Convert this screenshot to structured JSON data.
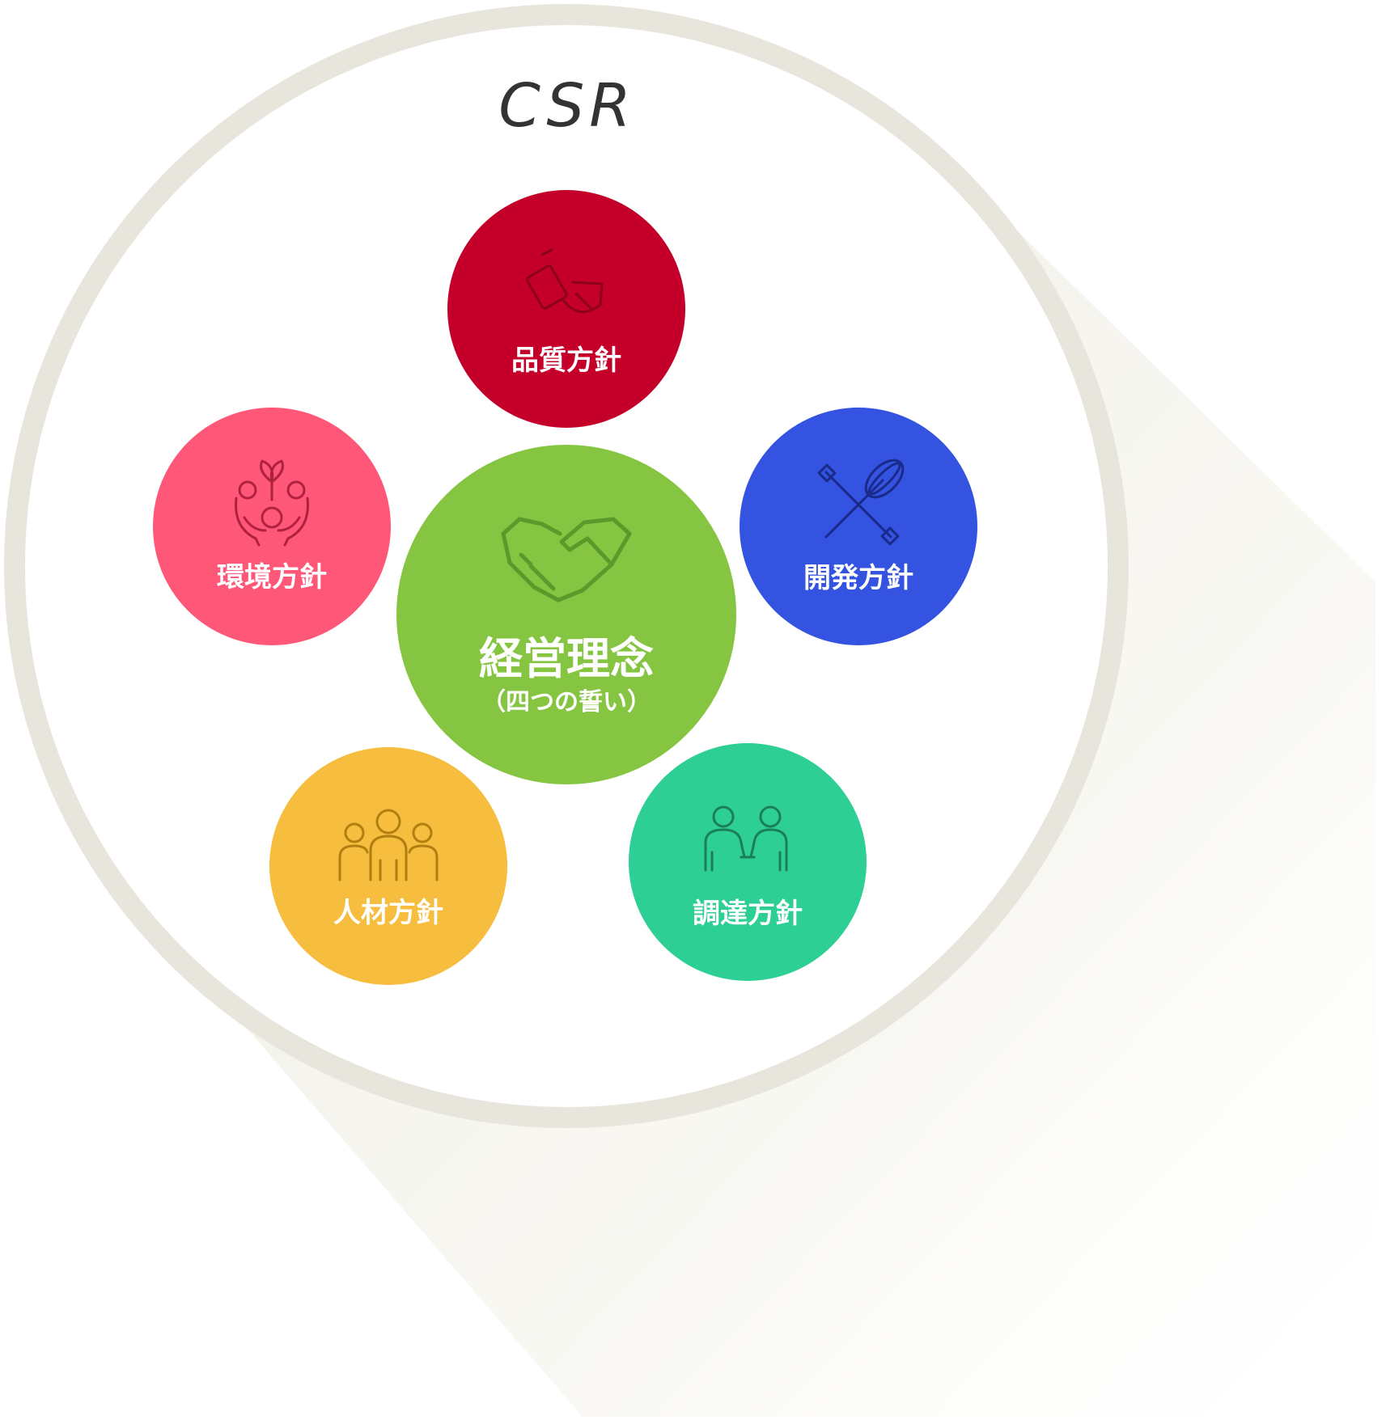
{
  "title": "CSR",
  "center": {
    "label": "経営理念",
    "sublabel": "（四つの誓い）",
    "color": "#86c541",
    "icon": "handshake-icon"
  },
  "policies": [
    {
      "label": "品質方針",
      "color": "#c4002a",
      "icon": "cooking-pot-icon"
    },
    {
      "label": "開発方針",
      "color": "#3353e0",
      "icon": "rolling-pin-whisk-icon"
    },
    {
      "label": "調達方針",
      "color": "#2ecf94",
      "icon": "two-people-meeting-icon"
    },
    {
      "label": "人材方針",
      "color": "#f6bd3e",
      "icon": "group-people-icon"
    },
    {
      "label": "環境方針",
      "color": "#ff5777",
      "icon": "hands-holding-plant-icon"
    }
  ],
  "colors": {
    "ring": "#e8e6dc",
    "shadow": "#f3f2ea"
  }
}
